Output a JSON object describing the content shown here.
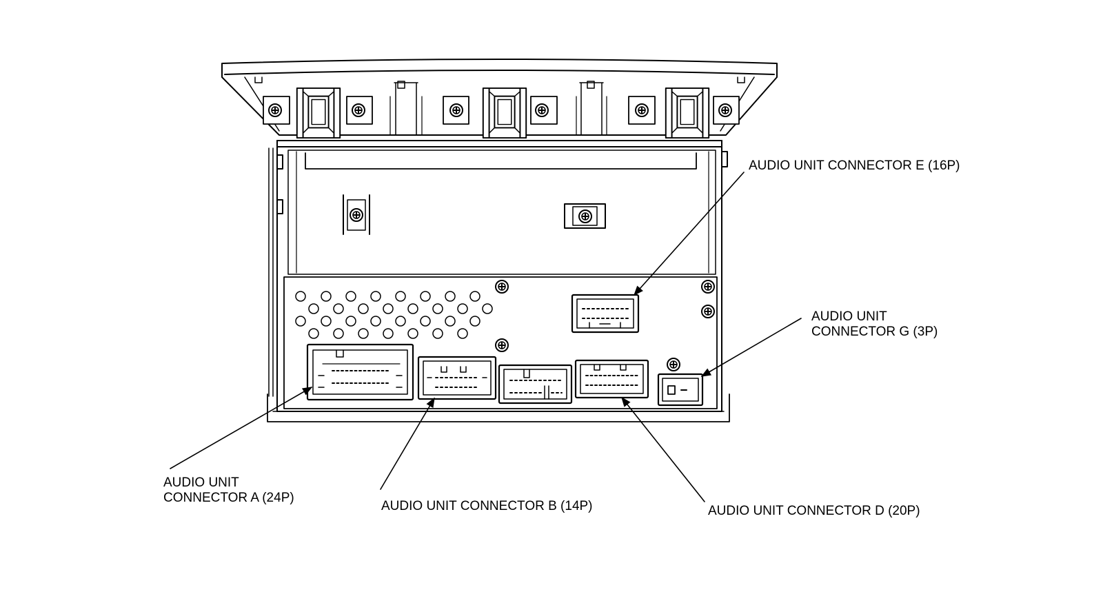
{
  "colors": {
    "line": "#000000",
    "background": "#ffffff"
  },
  "labels": {
    "connector_e": {
      "line1": "AUDIO UNIT CONNECTOR E (16P)"
    },
    "connector_g": {
      "line1": "AUDIO UNIT",
      "line2": "CONNECTOR G (3P)"
    },
    "connector_a": {
      "line1": "AUDIO UNIT",
      "line2": "CONNECTOR A (24P)"
    },
    "connector_b": {
      "line1": "AUDIO UNIT CONNECTOR B (14P)"
    },
    "connector_d": {
      "line1": "AUDIO UNIT CONNECTOR D (20P)"
    }
  }
}
